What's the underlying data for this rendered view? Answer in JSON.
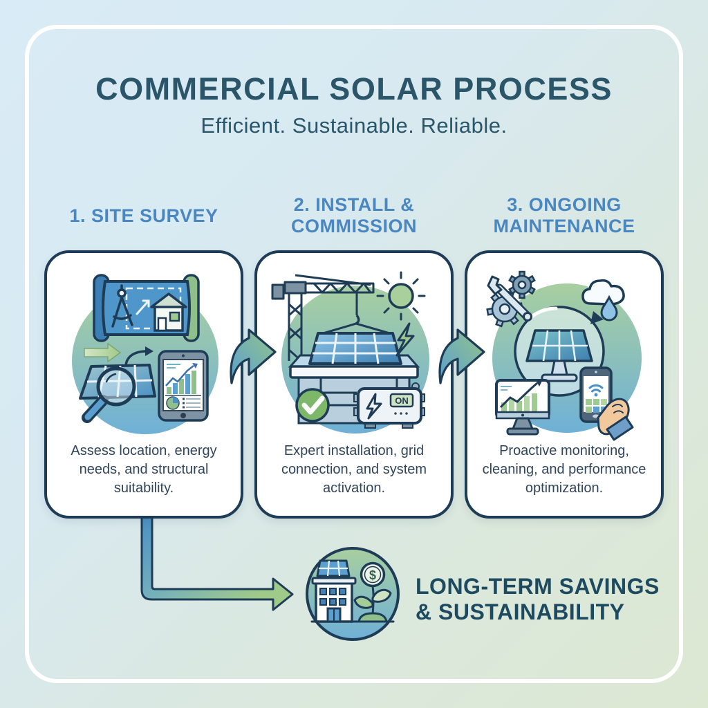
{
  "poster": {
    "title": "COMMERCIAL SOLAR PROCESS",
    "subtitle": "Efficient. Sustainable. Reliable.",
    "colors": {
      "background_top_left": "#d9ebf6",
      "background_bottom_right": "#dce8d2",
      "frame": "#ffffff",
      "title_text": "#2b5568",
      "step_heading_text": "#4a87c0",
      "card_border": "#1e3c55",
      "body_text": "#31455a",
      "accent_blue": "#5b9fd0",
      "accent_green": "#93c48b"
    }
  },
  "steps": [
    {
      "heading": "1. SITE SURVEY",
      "description": "Assess location, energy needs, and structural suitability."
    },
    {
      "heading": "2. INSTALL & COMMISSION",
      "description": "Expert installation, grid connection, and system activation.",
      "inverter_label": "ON"
    },
    {
      "heading": "3. ONGOING MAINTENANCE",
      "description": "Proactive monitoring, cleaning, and performance optimization."
    }
  ],
  "outcome": {
    "label_line1": "LONG-TERM SAVINGS",
    "label_line2": "& SUSTAINABILITY",
    "coin_symbol": "$"
  }
}
